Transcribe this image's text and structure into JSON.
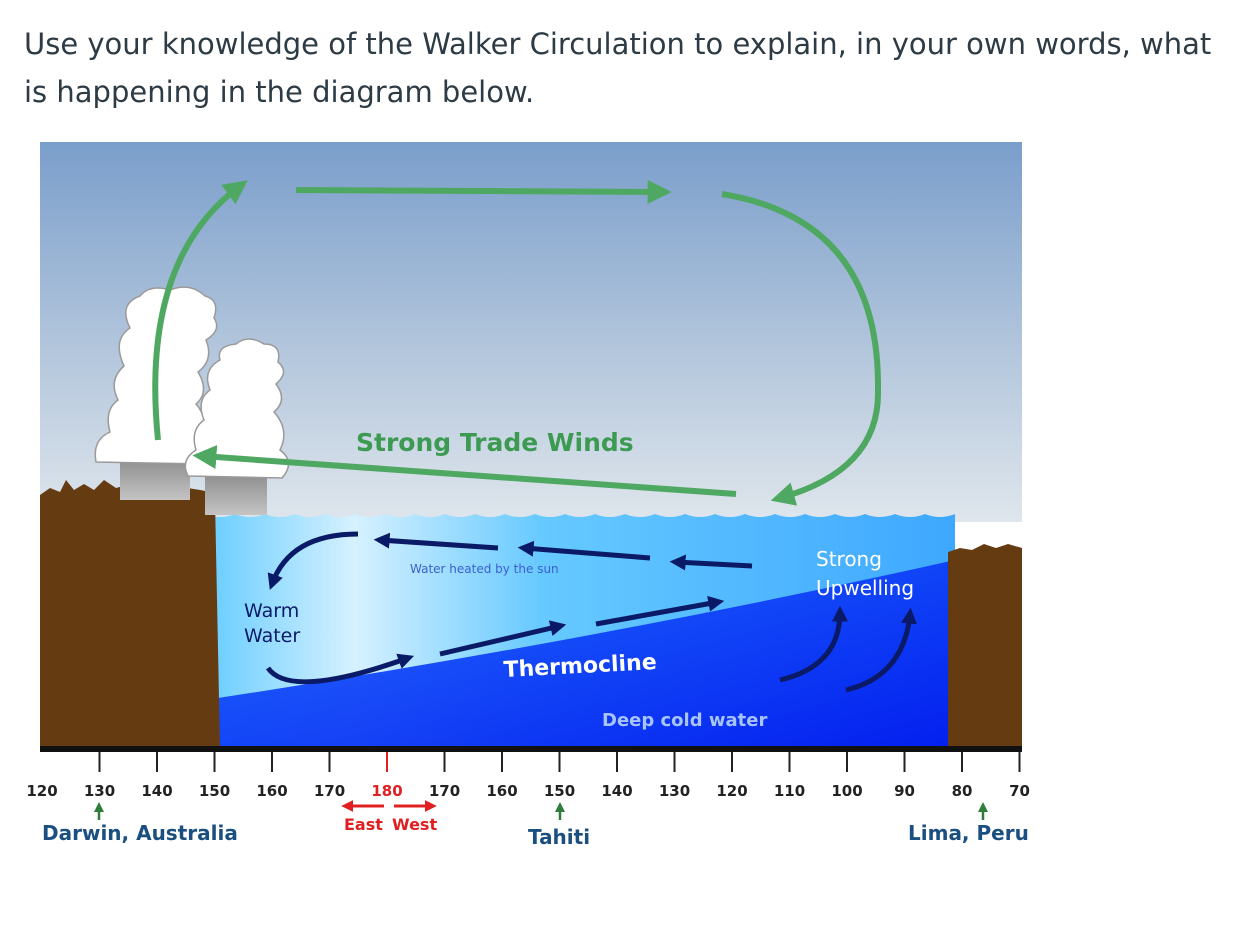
{
  "question": "Use your knowledge of the Walker Circulation to explain, in your own words, what is happening in the diagram below.",
  "diagram": {
    "labels": {
      "trade_winds": "Strong Trade Winds",
      "water_heated": "Water heated by the sun",
      "warm_water_1": "Warm",
      "warm_water_2": "Water",
      "thermocline": "Thermocline",
      "deep_cold": "Deep cold water",
      "upwelling_1": "Strong",
      "upwelling_2": "Upwelling",
      "east": "East",
      "west": "West",
      "darwin": "Darwin, Australia",
      "tahiti": "Tahiti",
      "lima": "Lima, Peru"
    },
    "longitude_ticks": [
      "120",
      "130",
      "140",
      "150",
      "160",
      "170",
      "180",
      "170",
      "160",
      "150",
      "140",
      "130",
      "120",
      "110",
      "100",
      "90",
      "80",
      "70"
    ],
    "highlight_tick": "180",
    "colors": {
      "air_arrow": "#4fa862",
      "water_arrow": "#0b1a66",
      "land": "#653c12",
      "sky_top": "#7da0cb",
      "marker_arrow": "#2e7d3a",
      "highlight": "#e02020"
    }
  }
}
